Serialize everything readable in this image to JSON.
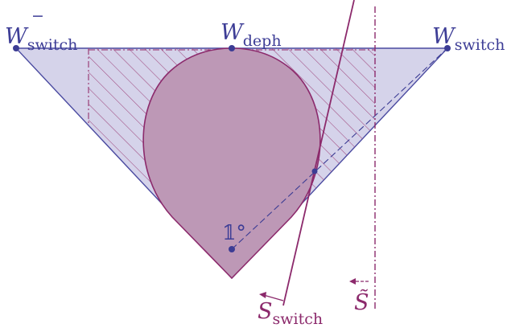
{
  "labels": {
    "w_switch_minus": {
      "base": "W",
      "sub": "switch",
      "sup": "−"
    },
    "w_deph": {
      "base": "W",
      "sub": "deph"
    },
    "w_switch": {
      "base": "W",
      "sub": "switch"
    },
    "identity": {
      "text": "𝟙°"
    },
    "s_switch": {
      "base": "S",
      "sub": "switch"
    },
    "s_tilde": {
      "text": "S̃"
    }
  },
  "colors": {
    "triangle_fill": "#d5d3ea",
    "triangle_stroke": "#4a4aa0",
    "blob_fill": "#bd98b6",
    "blob_stroke": "#8c2a6c",
    "hatch": "#a04a80",
    "point": "#3c3c94",
    "label_blue": "#3d3d96",
    "label_purple": "#8c2a6c"
  }
}
